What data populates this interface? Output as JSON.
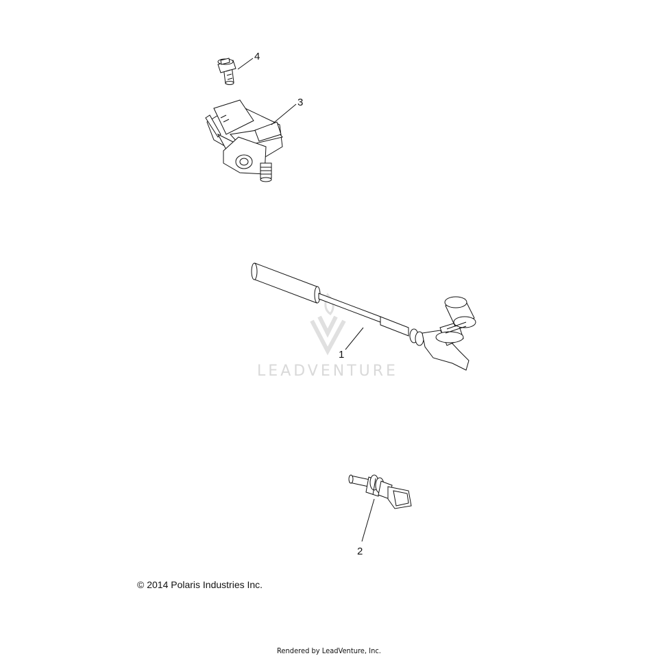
{
  "watermark": {
    "text": "LEADVENTURE"
  },
  "callouts": {
    "c1": "1",
    "c2": "2",
    "c3": "3",
    "c4": "4"
  },
  "copyright": "© 2014 Polaris Industries Inc.",
  "footer": "Rendered by LeadVenture, Inc.",
  "colors": {
    "line": "#111111",
    "background": "#ffffff",
    "watermark": "#d9d9d9"
  }
}
